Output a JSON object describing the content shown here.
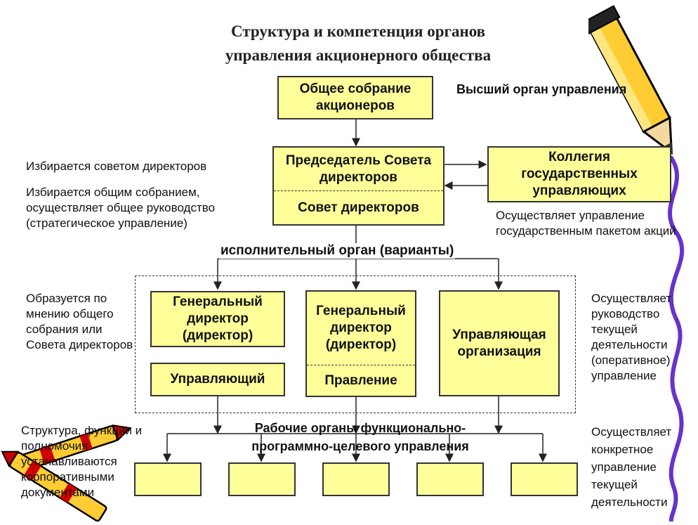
{
  "title": {
    "line1": "Структура и компетенция органов",
    "line2": "управления акционерного общества"
  },
  "boxes": {
    "general_meeting": "Общее собрание акционеров",
    "chairman": "Председатель Совета директоров",
    "board": "Совет директоров",
    "collegium": "Коллегия государственных управляющих",
    "gen_director_1": "Генеральный директор (директор)",
    "manager": "Управляющий",
    "gen_director_2": "Генеральный директор (директор)",
    "directorate": "Правление",
    "management_org": "Управляющая организация",
    "work_organs_count": 5
  },
  "labels": {
    "supreme_body": "Высший орган управления",
    "exec_body": "исполнительный орган (варианты)",
    "work_organs": "Рабочие органы функционально-программно-целевого управления"
  },
  "notes": {
    "elected_by_board": "Избирается советом директоров",
    "elected_by_meeting": "Избирается общим собранием, осуществляет общее руководство (стратегическое управление)",
    "state_package": "Осуществляет управление государственным пакетом акций",
    "formed_by": "Образуется по мнению общего собрания или Совета директоров",
    "operational": "Осуществляет руководство текущей деятельности (оперативное) управление",
    "structure_docs": "Структура, функции и полномочия устанавливаются корпоративными документами",
    "concrete": "Осуществляет конкретное управление текущей деятельности"
  }
}
